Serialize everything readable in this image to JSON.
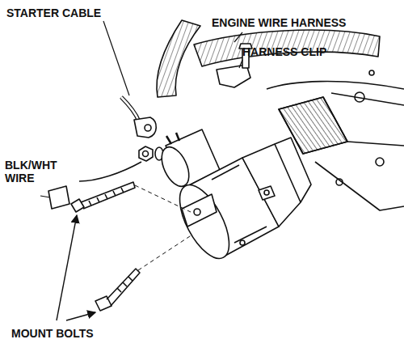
{
  "diagram": {
    "labels": [
      "STARTER CABLE",
      "ENGINE WIRE HARNESS",
      "HARNESS CLIP",
      "BLK/WHT WIRE",
      "MOUNT BOLTS"
    ]
  }
}
